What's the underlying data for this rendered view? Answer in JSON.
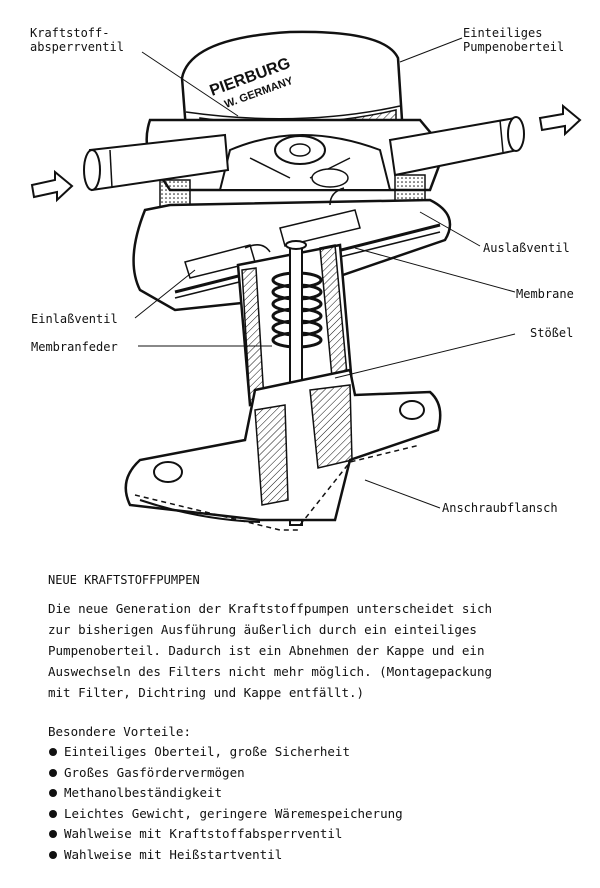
{
  "figure": {
    "brand_text": "PIERBURG",
    "brand_sub": "W. GERMANY",
    "labels": {
      "kraftstoff_absperrventil": "Kraftstoff-\nabsperrventil",
      "einteiliges_pumpenoberteil": "Einteiliges\nPumpenoberteil",
      "auslassventil": "Auslaßventil",
      "membrane": "Membrane",
      "einlassventil": "Einlaßventil",
      "stoessel": "Stößel",
      "membranfeder": "Membranfeder",
      "anschraubflansch": "Anschraubflansch"
    }
  },
  "text": {
    "heading": "NEUE KRAFTSTOFFPUMPEN",
    "paragraph": "Die neue Generation der Kraftstoffpumpen unterscheidet sich\nzur bisherigen Ausführung äußerlich durch ein einteiliges\nPumpenoberteil. Dadurch ist ein Abnehmen der Kappe und ein\nAuswechseln des Filters nicht mehr möglich. (Montagepackung\nmit Filter, Dichtring und Kappe entfällt.)",
    "advantages_heading": "Besondere Vorteile:",
    "advantages": [
      "Einteiliges Oberteil, große Sicherheit",
      "Großes Gasfördervermögen",
      "Methanolbeständigkeit",
      "Leichtes Gewicht, geringere Wäremespeicherung",
      "Wahlweise mit Kraftstoffabsperrventil",
      "Wahlweise mit Heißstartventil"
    ]
  }
}
